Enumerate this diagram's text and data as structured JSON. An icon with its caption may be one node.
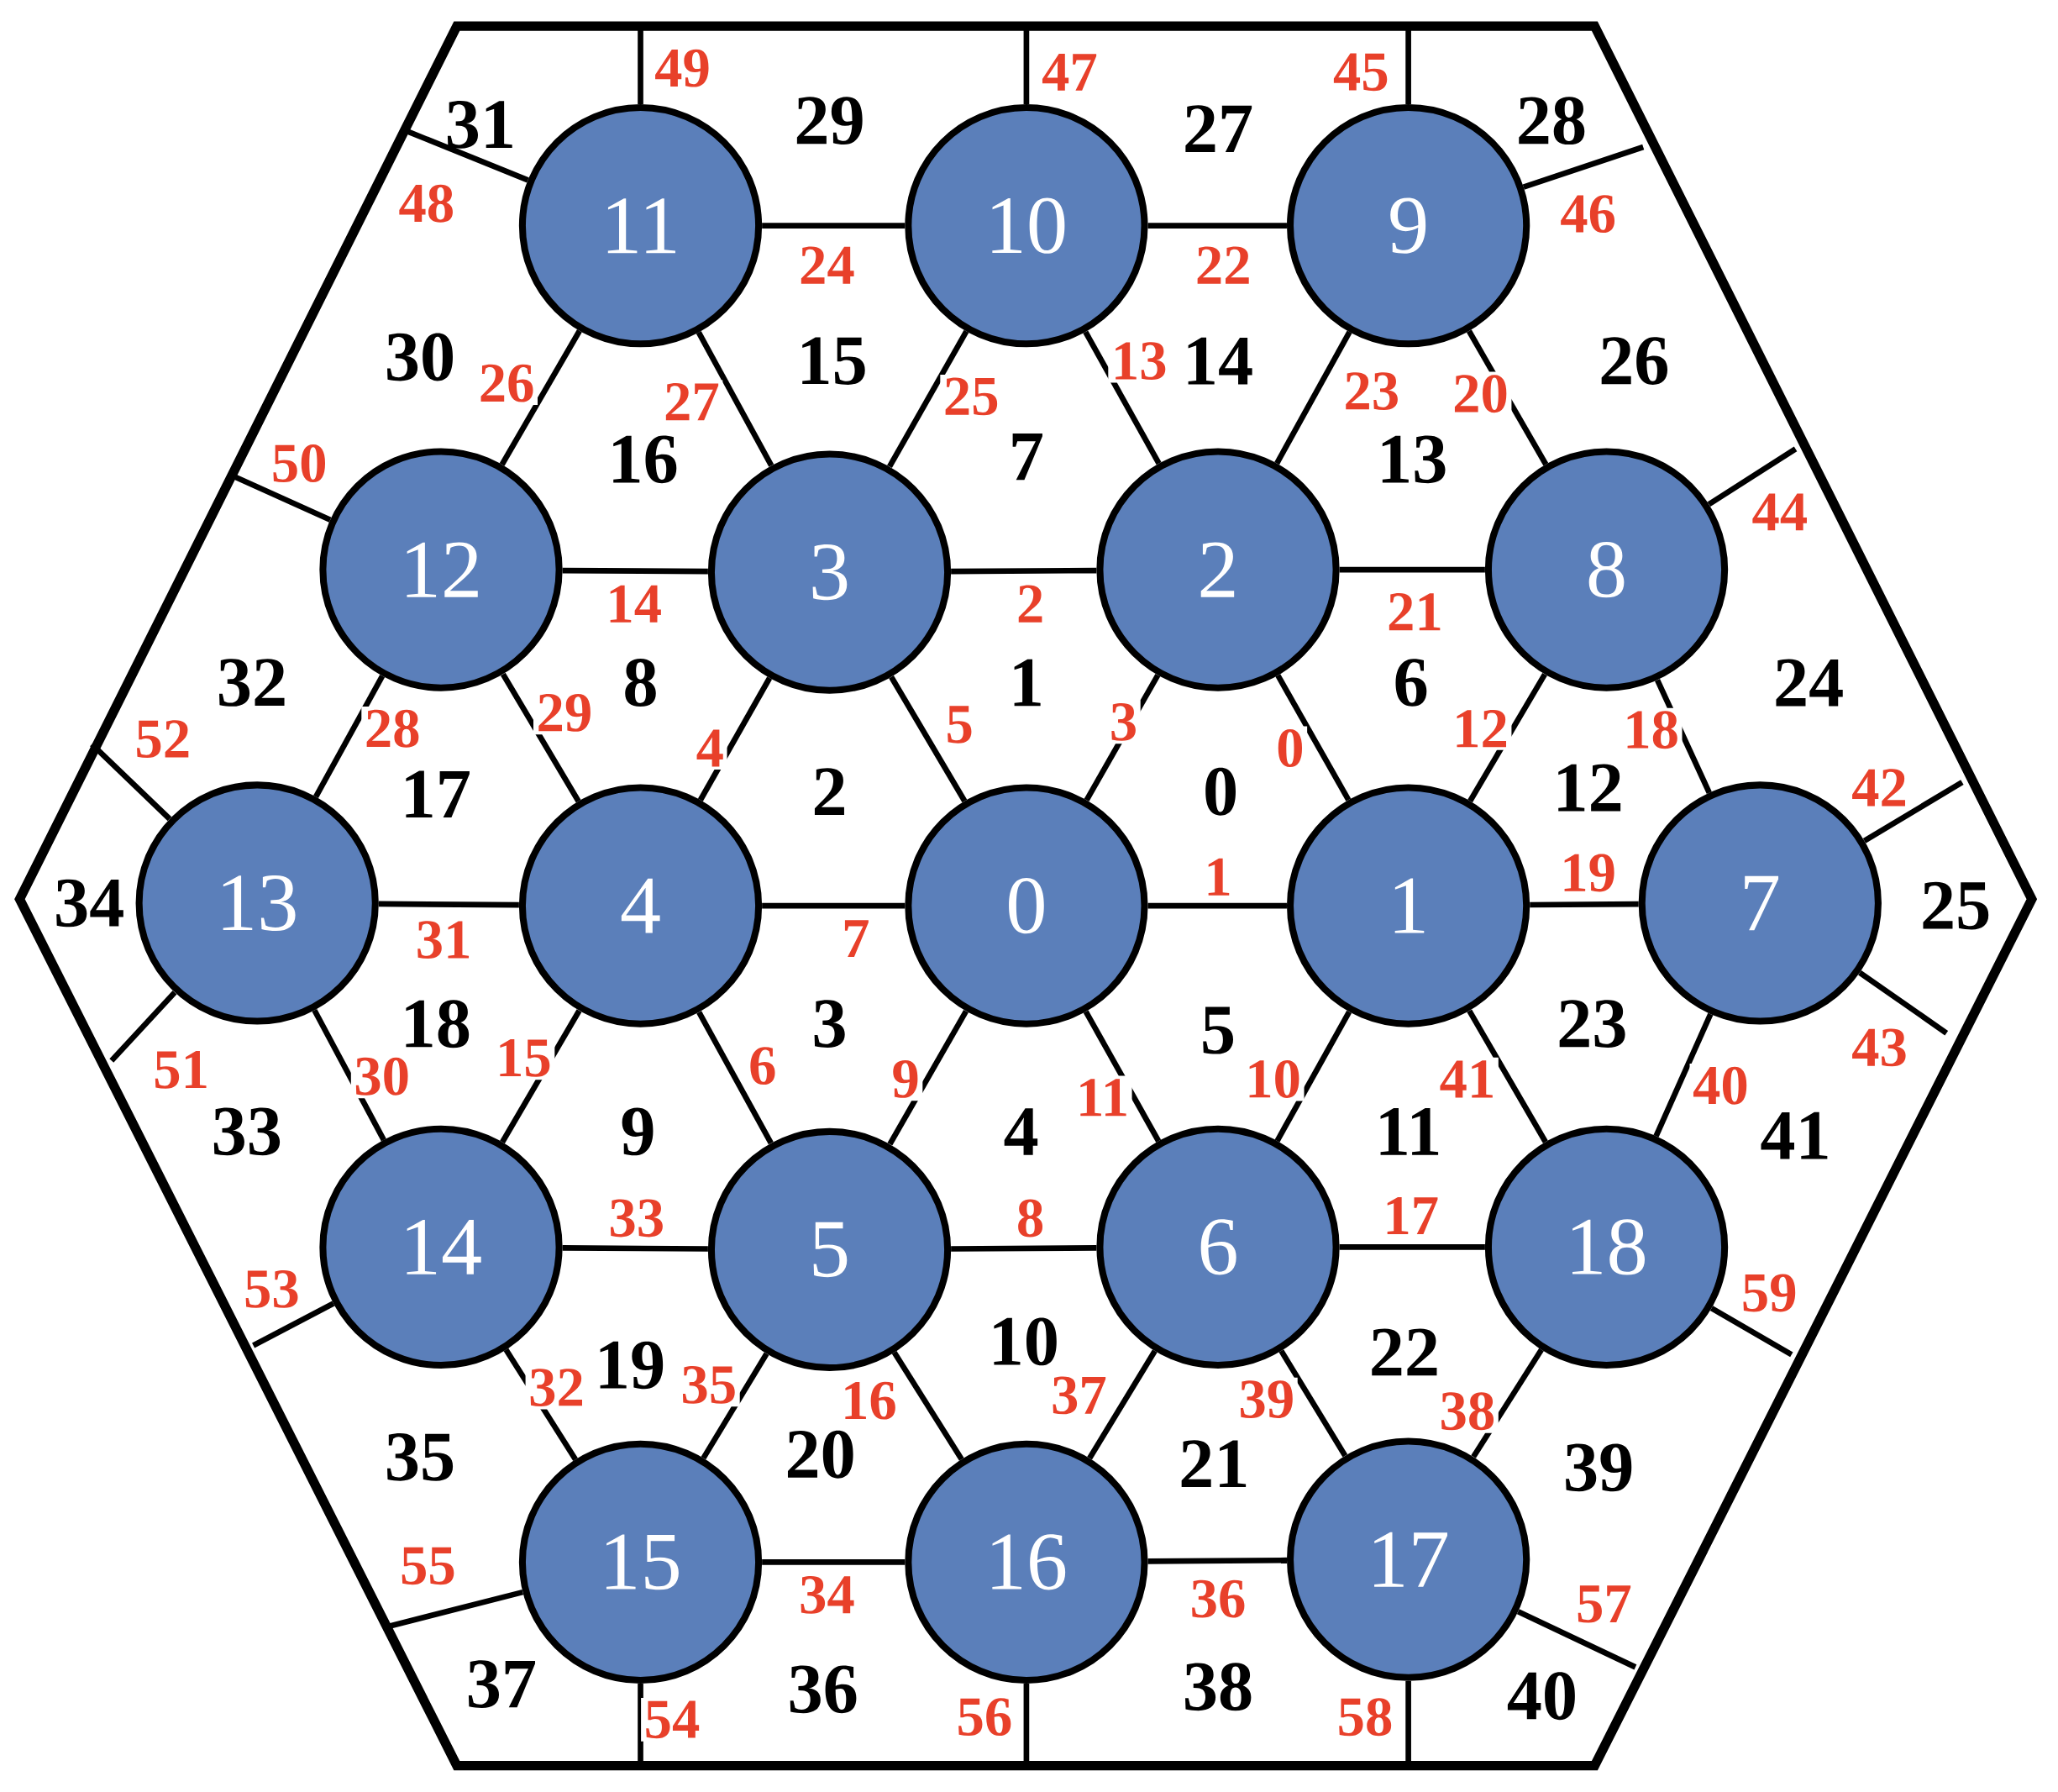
{
  "diagram": {
    "nodes": [
      {
        "text": [
          "0"
        ]
      },
      {
        "text": [
          "1"
        ]
      },
      {
        "text": [
          "2"
        ]
      },
      {
        "text": [
          "3"
        ]
      },
      {
        "text": [
          "4"
        ]
      },
      {
        "text": [
          "5"
        ]
      },
      {
        "text": [
          "6"
        ]
      },
      {
        "text": [
          "7"
        ]
      },
      {
        "text": [
          "8"
        ]
      },
      {
        "text": [
          "9"
        ]
      },
      {
        "text": [
          "10"
        ]
      },
      {
        "text": [
          "11"
        ]
      },
      {
        "text": [
          "12"
        ]
      },
      {
        "text": [
          "13"
        ]
      },
      {
        "text": [
          "14"
        ]
      },
      {
        "text": [
          "15"
        ]
      },
      {
        "text": [
          "16"
        ]
      },
      {
        "text": [
          "17"
        ]
      },
      {
        "text": [
          "18"
        ]
      }
    ],
    "edges": [
      {
        "from": 2,
        "to": 1,
        "arrow": "none",
        "label": "0"
      },
      {
        "from": 0,
        "to": 1,
        "arrow": "none",
        "label": "1"
      },
      {
        "from": 3,
        "to": 2,
        "arrow": "none",
        "label": "2"
      },
      {
        "from": 0,
        "to": 2,
        "arrow": "none",
        "label": "3"
      },
      {
        "from": 4,
        "to": 3,
        "arrow": "none",
        "label": "4"
      },
      {
        "from": 0,
        "to": 3,
        "arrow": "none",
        "label": "5"
      },
      {
        "from": 4,
        "to": 5,
        "arrow": "none",
        "label": "6"
      },
      {
        "from": 4,
        "to": 0,
        "arrow": "none",
        "label": "7"
      },
      {
        "from": 5,
        "to": 6,
        "arrow": "none",
        "label": "8"
      },
      {
        "from": 0,
        "to": 5,
        "arrow": "none",
        "label": "9"
      },
      {
        "from": 1,
        "to": 6,
        "arrow": "none",
        "label": "10"
      },
      {
        "from": 0,
        "to": 6,
        "arrow": "none",
        "label": "11"
      },
      {
        "from": 1,
        "to": 8,
        "arrow": "none",
        "label": "12"
      },
      {
        "from": 10,
        "to": 2,
        "arrow": "none",
        "label": "13"
      },
      {
        "from": 12,
        "to": 3,
        "arrow": "none",
        "label": "14"
      },
      {
        "from": 4,
        "to": 14,
        "arrow": "none",
        "label": "15"
      },
      {
        "from": 5,
        "to": 16,
        "arrow": "none",
        "label": "16"
      },
      {
        "from": 6,
        "to": 18,
        "arrow": "none",
        "label": "17"
      },
      {
        "from": 8,
        "to": 7,
        "arrow": "none",
        "label": "18"
      },
      {
        "from": 1,
        "to": 7,
        "arrow": "none",
        "label": "19"
      },
      {
        "from": 9,
        "to": 8,
        "arrow": "none",
        "label": "20"
      },
      {
        "from": 2,
        "to": 8,
        "arrow": "none",
        "label": "21"
      },
      {
        "from": 10,
        "to": 9,
        "arrow": "none",
        "label": "22"
      },
      {
        "from": 9,
        "to": 2,
        "arrow": "none",
        "label": "23"
      },
      {
        "from": 11,
        "to": 10,
        "arrow": "none",
        "label": "24"
      },
      {
        "from": 10,
        "to": 3,
        "arrow": "none",
        "label": "25"
      },
      {
        "from": 11,
        "to": 12,
        "arrow": "none",
        "label": "26"
      },
      {
        "from": 11,
        "to": 3,
        "arrow": "none",
        "label": "27"
      },
      {
        "from": 12,
        "to": 13,
        "arrow": "none",
        "label": "28"
      },
      {
        "from": 12,
        "to": 4,
        "arrow": "none",
        "label": "29"
      },
      {
        "from": 13,
        "to": 14,
        "arrow": "none",
        "label": "30"
      },
      {
        "from": 13,
        "to": 4,
        "arrow": "none",
        "label": "31"
      },
      {
        "from": 14,
        "to": 15,
        "arrow": "none",
        "label": "32"
      },
      {
        "from": 14,
        "to": 5,
        "arrow": "none",
        "label": "33"
      },
      {
        "from": 15,
        "to": 16,
        "arrow": "none",
        "label": "34"
      },
      {
        "from": 5,
        "to": 15,
        "arrow": "none",
        "label": "35"
      },
      {
        "from": 16,
        "to": 17,
        "arrow": "none",
        "label": "36"
      },
      {
        "from": 6,
        "to": 16,
        "arrow": "none",
        "label": "37"
      },
      {
        "from": 18,
        "to": 17,
        "arrow": "none",
        "label": "38"
      },
      {
        "from": 6,
        "to": 17,
        "arrow": "none",
        "label": "39"
      },
      {
        "from": 7,
        "to": 18,
        "arrow": "none",
        "label": "40"
      },
      {
        "from": 1,
        "to": 18,
        "arrow": "none",
        "label": "41"
      },
      {
        "from": 7,
        "to": null,
        "arrow": "none",
        "label": "42"
      },
      {
        "from": 7,
        "to": null,
        "arrow": "none",
        "label": "43"
      },
      {
        "from": 8,
        "to": null,
        "arrow": "none",
        "label": "44"
      },
      {
        "from": 9,
        "to": null,
        "arrow": "none",
        "label": "45"
      },
      {
        "from": 9,
        "to": null,
        "arrow": "none",
        "label": "46"
      },
      {
        "from": 10,
        "to": null,
        "arrow": "none",
        "label": "47"
      },
      {
        "from": 11,
        "to": null,
        "arrow": "none",
        "label": "48"
      },
      {
        "from": 11,
        "to": null,
        "arrow": "none",
        "label": "49"
      },
      {
        "from": 12,
        "to": null,
        "arrow": "none",
        "label": "50"
      },
      {
        "from": 13,
        "to": null,
        "arrow": "none",
        "label": "51"
      },
      {
        "from": 13,
        "to": null,
        "arrow": "none",
        "label": "52"
      },
      {
        "from": 14,
        "to": null,
        "arrow": "none",
        "label": "53"
      },
      {
        "from": 15,
        "to": null,
        "arrow": "none",
        "label": "54"
      },
      {
        "from": 15,
        "to": null,
        "arrow": "none",
        "label": "55"
      },
      {
        "from": 16,
        "to": null,
        "arrow": "none",
        "label": "56"
      },
      {
        "from": 17,
        "to": null,
        "arrow": "none",
        "label": "57"
      },
      {
        "from": 17,
        "to": null,
        "arrow": "none",
        "label": "58"
      },
      {
        "from": 18,
        "to": null,
        "arrow": "none",
        "label": "59"
      }
    ],
    "labels": [
      "0",
      "1",
      "2",
      "3",
      "4",
      "5",
      "6",
      "7",
      "8",
      "9",
      "10",
      "11",
      "12",
      "13",
      "14",
      "15",
      "16",
      "17",
      "18",
      "19",
      "20",
      "21",
      "22",
      "23",
      "24",
      "25",
      "26",
      "27",
      "28",
      "29",
      "30",
      "31",
      "32",
      "33",
      "34",
      "35",
      "36",
      "37",
      "38",
      "39",
      "40",
      "41"
    ]
  }
}
